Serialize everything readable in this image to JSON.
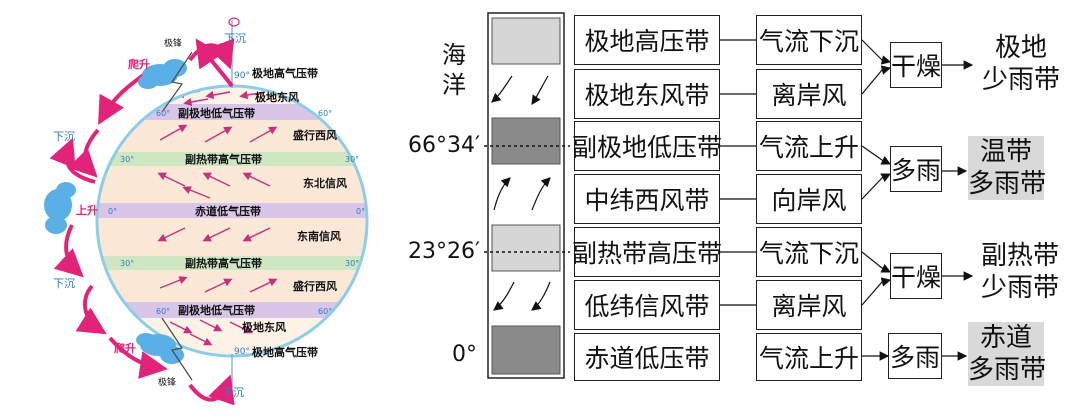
{
  "globe": {
    "labels": {
      "climb_top": "爬升",
      "front_top": "极锋",
      "down_top": "下沉",
      "p90_top": "90°",
      "polar_high_n": "极地高气压带",
      "polar_east_n": "极地东风",
      "sub_low_n": "副极地低气压带",
      "westerly_n": "盛行西风",
      "sub_high_n": "副热带高气压带",
      "ne_trade": "东北信风",
      "eq_low": "赤道低气压带",
      "se_trade": "东南信风",
      "sub_high_s": "副热带高气压带",
      "westerly_s": "盛行西风",
      "sub_low_s": "副极地低气压带",
      "polar_east_s": "极地东风",
      "polar_high_s": "极地高气压带",
      "climb_bottom": "爬升",
      "front_bottom": "极锋",
      "down_bottom": "下沉",
      "p90_bottom": "90°",
      "down_left_upper": "下沉",
      "up_left": "上升",
      "down_left_lower": "下沉",
      "d60n": "60°",
      "d30n": "30°",
      "d0": "0°",
      "d30s": "30°",
      "d60s": "60°",
      "d60n_r": "60°",
      "d30n_r": "30°",
      "d0_r": "0°",
      "d30s_r": "30°",
      "d60s_r": "60°"
    }
  },
  "flow": {
    "ocean_label": "海洋",
    "latitudes": [
      "66°34′",
      "23°26′",
      "0°"
    ],
    "rows": [
      {
        "belt": "极地高压带",
        "effect": "气流下沉"
      },
      {
        "belt": "极地东风带",
        "effect": "离岸风"
      },
      {
        "belt": "副极地低压带",
        "effect": "气流上升"
      },
      {
        "belt": "中纬西风带",
        "effect": "向岸风"
      },
      {
        "belt": "副热带高压带",
        "effect": "气流下沉"
      },
      {
        "belt": "低纬信风带",
        "effect": "离岸风"
      },
      {
        "belt": "赤道低压带",
        "effect": "气流上升"
      }
    ],
    "results": [
      "干燥",
      "多雨",
      "干燥",
      "多雨"
    ],
    "climates": [
      {
        "line1": "极地",
        "line2": "少雨带"
      },
      {
        "line1": "温带",
        "line2": "多雨带"
      },
      {
        "line1": "副热带",
        "line2": "少雨带"
      },
      {
        "line1": "赤道",
        "line2": "多雨带"
      }
    ]
  },
  "colors": {
    "pressure_band": "#d8c5e8",
    "high_band": "#cfe6c2",
    "peach_band": "#fbe8d7",
    "globe_edge": "#8ecde8",
    "arrow": "#e2237a",
    "cloud": "#5ab0e6",
    "dark_cell": "#8a8a8a",
    "light_cell": "#d6d6d6",
    "result_highlight": "#d9d9d9"
  }
}
